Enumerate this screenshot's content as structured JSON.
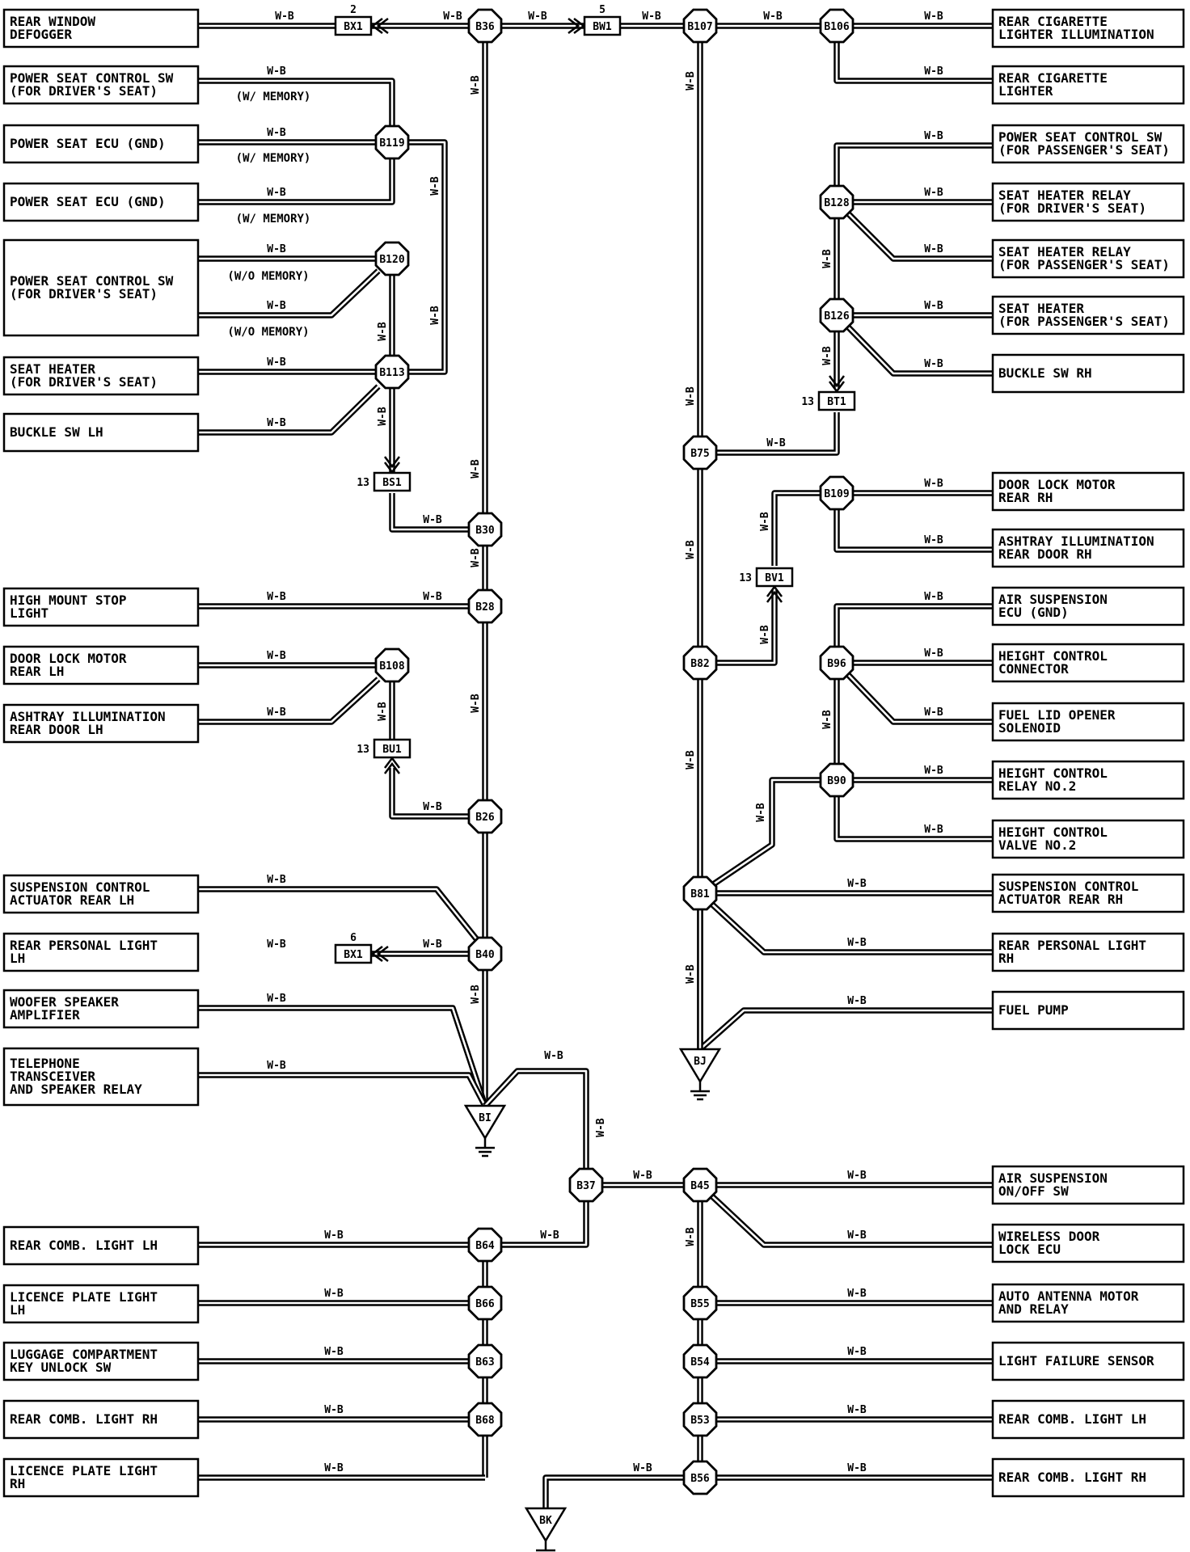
{
  "wire_code": "W-B",
  "notes": {
    "w_memory": "(W/ MEMORY)",
    "wo_memory": "(W/O MEMORY)"
  },
  "components_left": [
    {
      "id": "rear-window-defogger",
      "lines": [
        "REAR WINDOW",
        "DEFOGGER"
      ]
    },
    {
      "id": "power-seat-control-sw-driver-1",
      "lines": [
        "POWER SEAT CONTROL SW",
        "(FOR DRIVER'S SEAT)"
      ]
    },
    {
      "id": "power-seat-ecu-gnd-1",
      "lines": [
        "POWER SEAT ECU (GND)"
      ]
    },
    {
      "id": "power-seat-ecu-gnd-2",
      "lines": [
        "POWER SEAT ECU (GND)"
      ]
    },
    {
      "id": "power-seat-control-sw-driver-2",
      "lines": [
        "POWER SEAT CONTROL SW",
        "(FOR DRIVER'S SEAT)"
      ]
    },
    {
      "id": "seat-heater-driver",
      "lines": [
        "SEAT HEATER",
        "(FOR DRIVER'S SEAT)"
      ]
    },
    {
      "id": "buckle-sw-lh",
      "lines": [
        "BUCKLE SW LH"
      ]
    },
    {
      "id": "high-mount-stop-light",
      "lines": [
        "HIGH MOUNT STOP",
        "LIGHT"
      ]
    },
    {
      "id": "door-lock-motor-rear-lh",
      "lines": [
        "DOOR LOCK MOTOR",
        "REAR LH"
      ]
    },
    {
      "id": "ashtray-illumination-rear-door-lh",
      "lines": [
        "ASHTRAY ILLUMINATION",
        "REAR DOOR LH"
      ]
    },
    {
      "id": "suspension-control-actuator-rear-lh",
      "lines": [
        "SUSPENSION CONTROL",
        "ACTUATOR REAR LH"
      ]
    },
    {
      "id": "rear-personal-light-lh",
      "lines": [
        "REAR PERSONAL LIGHT",
        "LH"
      ]
    },
    {
      "id": "woofer-speaker-amplifier",
      "lines": [
        "WOOFER SPEAKER",
        "AMPLIFIER"
      ]
    },
    {
      "id": "telephone-transceiver",
      "lines": [
        "TELEPHONE",
        "TRANSCEIVER",
        "AND SPEAKER RELAY"
      ]
    },
    {
      "id": "rear-comb-light-lh",
      "lines": [
        "REAR COMB. LIGHT LH"
      ]
    },
    {
      "id": "licence-plate-light-lh",
      "lines": [
        "LICENCE PLATE LIGHT",
        "LH"
      ]
    },
    {
      "id": "luggage-compartment-key-unlock-sw",
      "lines": [
        "LUGGAGE COMPARTMENT",
        "KEY UNLOCK SW"
      ]
    },
    {
      "id": "rear-comb-light-rh",
      "lines": [
        "REAR COMB. LIGHT RH"
      ]
    },
    {
      "id": "licence-plate-light-rh",
      "lines": [
        "LICENCE PLATE LIGHT",
        "RH"
      ]
    }
  ],
  "components_right": [
    {
      "id": "rear-cigarette-lighter-illumination",
      "lines": [
        "REAR CIGARETTE",
        "LIGHTER ILLUMINATION"
      ]
    },
    {
      "id": "rear-cigarette-lighter",
      "lines": [
        "REAR CIGARETTE",
        "LIGHTER"
      ]
    },
    {
      "id": "power-seat-control-sw-passenger",
      "lines": [
        "POWER SEAT CONTROL SW",
        "(FOR PASSENGER'S SEAT)"
      ]
    },
    {
      "id": "seat-heater-relay-driver",
      "lines": [
        "SEAT HEATER RELAY",
        "(FOR DRIVER'S SEAT)"
      ]
    },
    {
      "id": "seat-heater-relay-passenger",
      "lines": [
        "SEAT HEATER RELAY",
        "(FOR PASSENGER'S SEAT)"
      ]
    },
    {
      "id": "seat-heater-passenger",
      "lines": [
        "SEAT HEATER",
        "(FOR PASSENGER'S SEAT)"
      ]
    },
    {
      "id": "buckle-sw-rh",
      "lines": [
        "BUCKLE SW RH"
      ]
    },
    {
      "id": "door-lock-motor-rear-rh",
      "lines": [
        "DOOR LOCK MOTOR",
        "REAR RH"
      ]
    },
    {
      "id": "ashtray-illumination-rear-door-rh",
      "lines": [
        "ASHTRAY ILLUMINATION",
        "REAR DOOR RH"
      ]
    },
    {
      "id": "air-suspension-ecu-gnd",
      "lines": [
        "AIR SUSPENSION",
        "ECU (GND)"
      ]
    },
    {
      "id": "height-control-connector",
      "lines": [
        "HEIGHT CONTROL",
        "CONNECTOR"
      ]
    },
    {
      "id": "fuel-lid-opener-solenoid",
      "lines": [
        "FUEL LID OPENER",
        "SOLENOID"
      ]
    },
    {
      "id": "height-control-relay-no2",
      "lines": [
        "HEIGHT CONTROL",
        "RELAY NO.2"
      ]
    },
    {
      "id": "height-control-valve-no2",
      "lines": [
        "HEIGHT CONTROL",
        "VALVE NO.2"
      ]
    },
    {
      "id": "suspension-control-actuator-rear-rh",
      "lines": [
        "SUSPENSION CONTROL",
        "ACTUATOR REAR RH"
      ]
    },
    {
      "id": "rear-personal-light-rh",
      "lines": [
        "REAR PERSONAL LIGHT",
        "RH"
      ]
    },
    {
      "id": "fuel-pump",
      "lines": [
        "FUEL PUMP"
      ]
    },
    {
      "id": "air-suspension-on-off-sw",
      "lines": [
        "AIR SUSPENSION",
        "ON/OFF SW"
      ]
    },
    {
      "id": "wireless-door-lock-ecu",
      "lines": [
        "WIRELESS DOOR",
        "LOCK ECU"
      ]
    },
    {
      "id": "auto-antenna-motor-and-relay",
      "lines": [
        "AUTO ANTENNA MOTOR",
        "AND RELAY"
      ]
    },
    {
      "id": "light-failure-sensor",
      "lines": [
        "LIGHT FAILURE SENSOR"
      ]
    },
    {
      "id": "rear-comb-light-lh-2",
      "lines": [
        "REAR COMB. LIGHT LH"
      ]
    },
    {
      "id": "rear-comb-light-rh-2",
      "lines": [
        "REAR COMB. LIGHT RH"
      ]
    }
  ],
  "junctions": [
    "B36",
    "B107",
    "B106",
    "B119",
    "B120",
    "B113",
    "B30",
    "B28",
    "B108",
    "B26",
    "B40",
    "B128",
    "B126",
    "B75",
    "B109",
    "B82",
    "B96",
    "B90",
    "B81",
    "B37",
    "B45",
    "B64",
    "B66",
    "B63",
    "B68",
    "B55",
    "B54",
    "B53",
    "B56"
  ],
  "connectors": [
    {
      "id": "BX1-top",
      "label": "BX1",
      "pin": "2"
    },
    {
      "id": "BW1",
      "label": "BW1",
      "pin": "5"
    },
    {
      "id": "BS1",
      "label": "BS1",
      "pin": "13"
    },
    {
      "id": "BU1",
      "label": "BU1",
      "pin": "13"
    },
    {
      "id": "BX1-bottom",
      "label": "BX1",
      "pin": "6"
    },
    {
      "id": "BT1",
      "label": "BT1",
      "pin": "13"
    },
    {
      "id": "BV1",
      "label": "BV1",
      "pin": "13"
    }
  ],
  "grounds": [
    "BI",
    "BJ",
    "BK"
  ]
}
